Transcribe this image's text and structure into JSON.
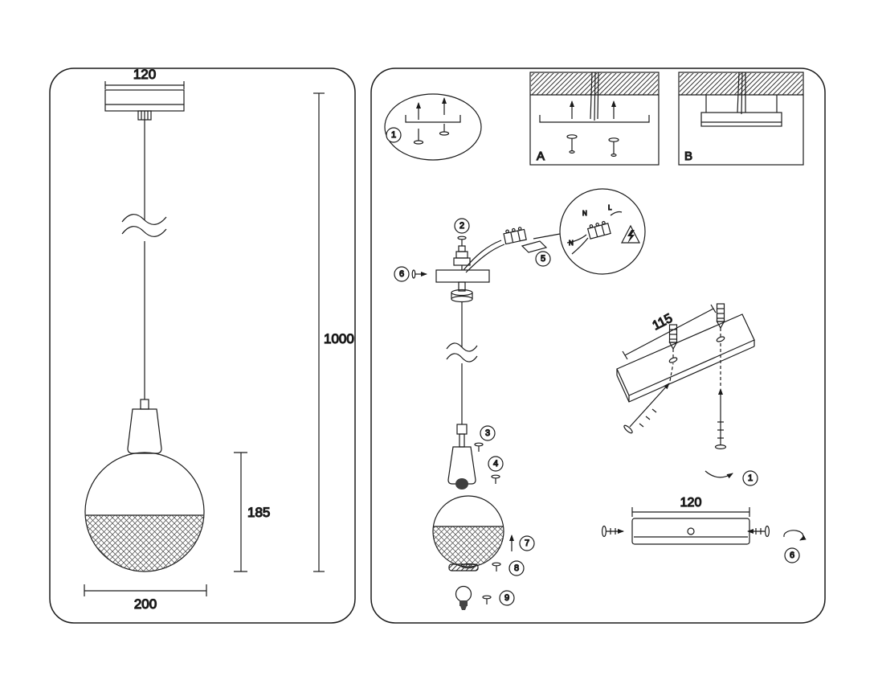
{
  "left_panel": {
    "dim_canopy_width": "120",
    "dim_cable_length": "1000",
    "dim_shade_height": "185",
    "dim_shade_diameter": "200"
  },
  "right_panel": {
    "detail_a": "A",
    "detail_b": "B",
    "dim_bracket_holes": "115",
    "dim_canopy_width": "120",
    "wiring_labels": {
      "neutral_top": "N",
      "neutral_left": "N",
      "live": "L"
    },
    "steps": {
      "s1": "1",
      "s2": "2",
      "s3": "3",
      "s4": "4",
      "s5": "5",
      "s6": "6",
      "s7": "7",
      "s8": "8",
      "s9": "9"
    }
  }
}
